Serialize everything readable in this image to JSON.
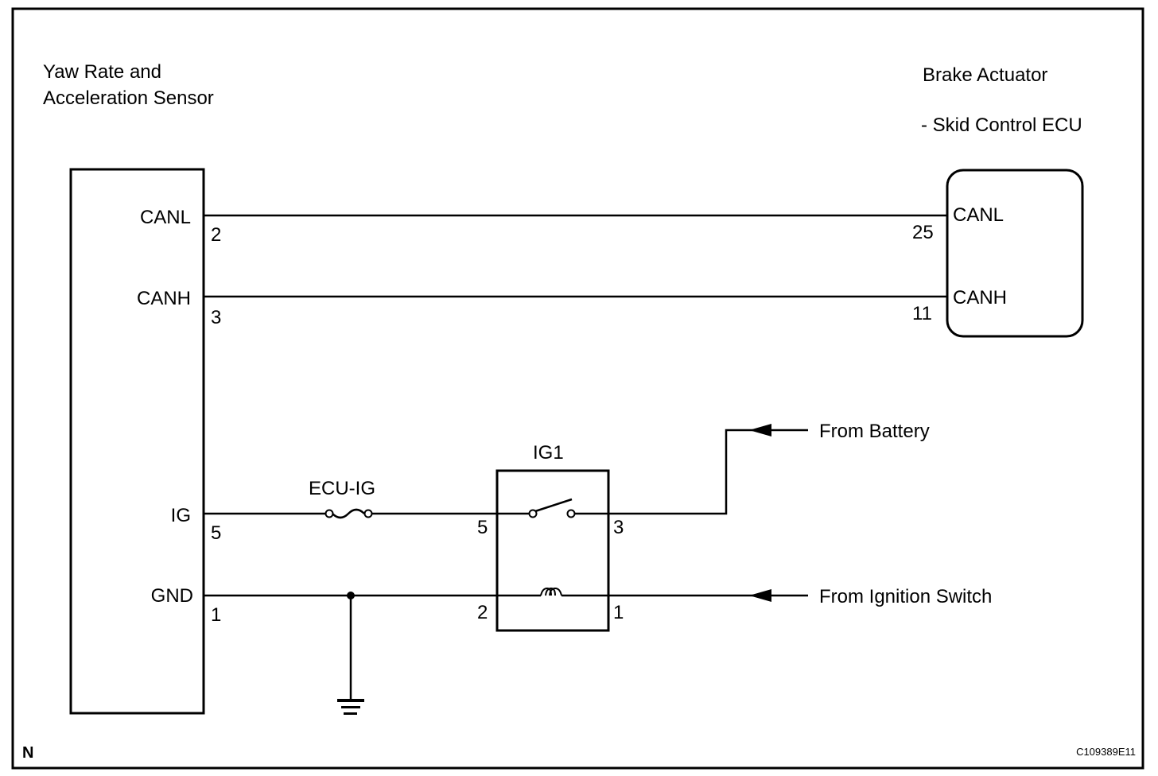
{
  "components": {
    "sensor": {
      "title_line1": "Yaw Rate and",
      "title_line2": "Acceleration Sensor",
      "pins": [
        {
          "name": "CANL",
          "number": "2"
        },
        {
          "name": "CANH",
          "number": "3"
        },
        {
          "name": "IG",
          "number": "5"
        },
        {
          "name": "GND",
          "number": "1"
        }
      ]
    },
    "ecu": {
      "title_line1": "Brake Actuator",
      "title_line2": "- Skid Control ECU",
      "pins": [
        {
          "name": "CANL",
          "number": "25"
        },
        {
          "name": "CANH",
          "number": "11"
        }
      ]
    },
    "relay": {
      "label": "IG1",
      "pins": {
        "switch_in": "5",
        "switch_out": "3",
        "coil_in": "2",
        "coil_out": "1"
      }
    },
    "fuse": {
      "label": "ECU-IG"
    }
  },
  "sources": {
    "battery": "From Battery",
    "ignition": "From Ignition Switch"
  },
  "footer": {
    "corner_mark": "N",
    "figure_id": "C109389E11"
  }
}
